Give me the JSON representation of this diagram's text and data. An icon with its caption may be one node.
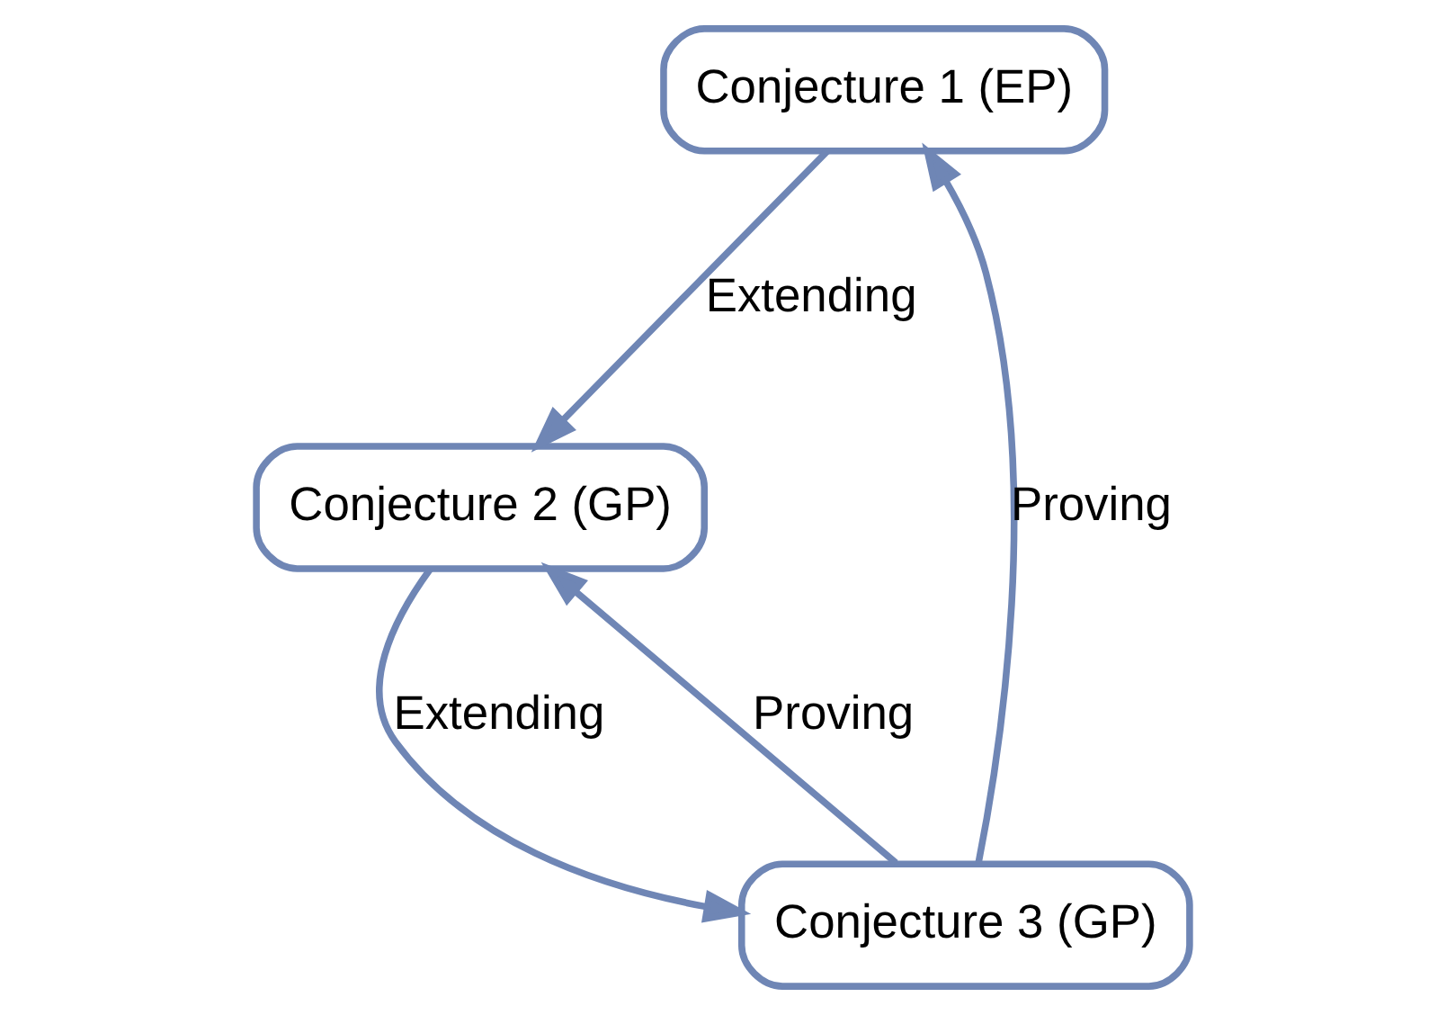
{
  "diagram": {
    "nodes": [
      {
        "text": [
          "Conjecture 1 (EP)"
        ]
      },
      {
        "text": [
          "Conjecture 2 (GP)"
        ]
      },
      {
        "text": [
          "Conjecture 3 (GP)"
        ]
      }
    ],
    "edges": [
      {
        "from": 0,
        "to": 1,
        "arrow": "to",
        "label": "Extending"
      },
      {
        "from": 1,
        "to": 2,
        "arrow": "to",
        "label": "Extending"
      },
      {
        "from": 2,
        "to": 1,
        "arrow": "to",
        "label": "Proving"
      },
      {
        "from": 2,
        "to": 0,
        "arrow": "to",
        "label": "Proving"
      }
    ]
  }
}
